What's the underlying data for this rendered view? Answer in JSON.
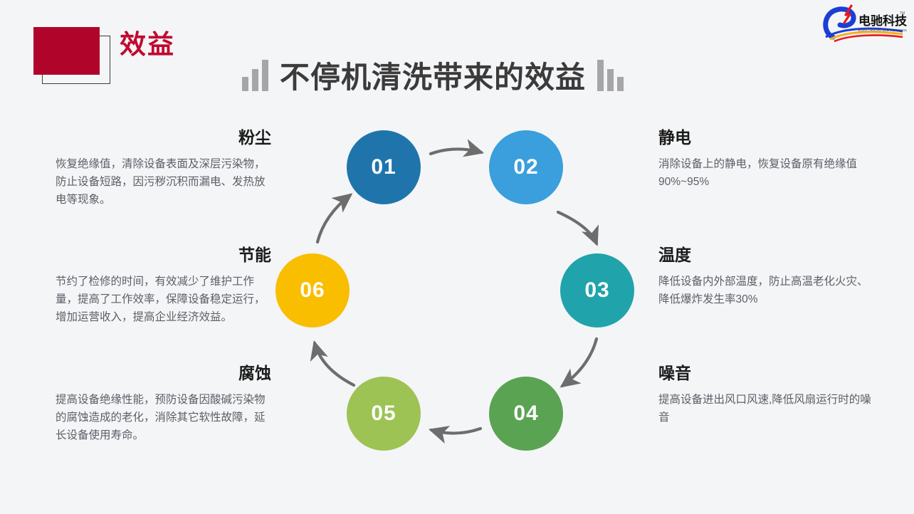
{
  "header": {
    "badge_label": "效益",
    "badge_fill_color": "#b1042b",
    "title": "不停机清洗带来的效益",
    "decoration_left": "ascending-bars-icon",
    "decoration_right": "descending-bars-icon"
  },
  "logo": {
    "name": "电驰科技",
    "latin": "ELECTRICAL CHI TECHNOLOGY",
    "trademark": "TM"
  },
  "diagram": {
    "type": "cycle",
    "nodes": [
      {
        "id": "01",
        "label": "01",
        "color": "#1f75ab"
      },
      {
        "id": "02",
        "label": "02",
        "color": "#3a9fdc"
      },
      {
        "id": "03",
        "label": "03",
        "color": "#20a3ab"
      },
      {
        "id": "04",
        "label": "04",
        "color": "#5aa352"
      },
      {
        "id": "05",
        "label": "05",
        "color": "#9cc354"
      },
      {
        "id": "06",
        "label": "06",
        "color": "#f9be00"
      }
    ],
    "arrow_color": "#6d6d6d"
  },
  "blocks": {
    "dust": {
      "title": "粉尘",
      "body": "恢复绝缘值，清除设备表面及深层污染物，防止设备短路，因污秽沉积而漏电、发热放电等现象。"
    },
    "energy": {
      "title": "节能",
      "body": "节约了检修的时间，有效减少了维护工作量，提高了工作效率，保障设备稳定运行，增加运营收入，提高企业经济效益。"
    },
    "corrosion": {
      "title": "腐蚀",
      "body": "提高设备绝缘性能，预防设备因酸碱污染物的腐蚀造成的老化，消除其它软性故障，延长设备使用寿命。"
    },
    "static": {
      "title": "静电",
      "body": "消除设备上的静电，恢复设备原有绝缘值90%~95%"
    },
    "temp": {
      "title": "温度",
      "body": "降低设备内外部温度，防止高温老化火灾、降低爆炸发生率30%"
    },
    "noise": {
      "title": "噪音",
      "body": "提高设备进出风口风速,降低风扇运行时的噪音"
    }
  }
}
